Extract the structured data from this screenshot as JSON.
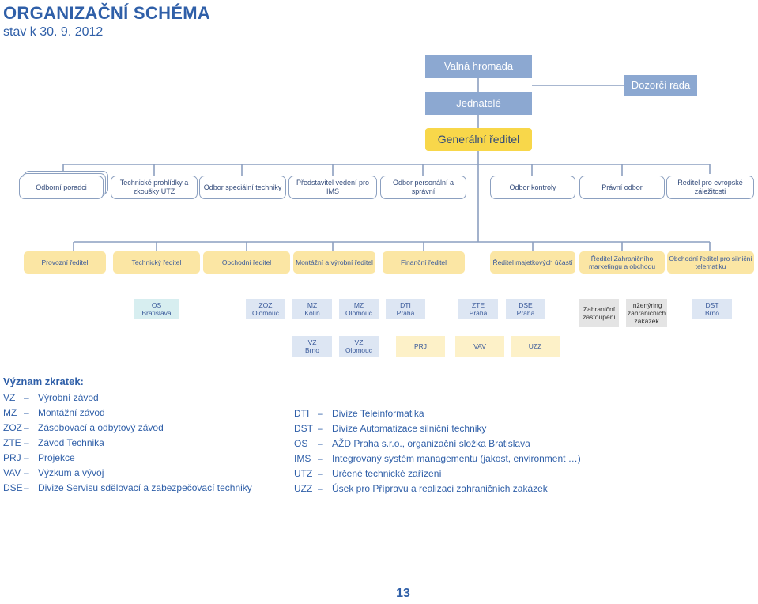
{
  "header": {
    "title": "ORGANIZAČNÍ SCHÉMA",
    "subtitle": "stav k 30. 9. 2012"
  },
  "top": {
    "valna_hromada": "Valná hromada",
    "jednatele": "Jednatelé",
    "dozorci_rada": "Dozorčí rada",
    "generalni_reditel": "Generální ředitel"
  },
  "staff": [
    "Odborní poradci",
    "Technické prohlídky a zkoušky UTZ",
    "Odbor speciální techniky",
    "Představitel vedení pro IMS",
    "Odbor personální a správní",
    "Odbor kontroly",
    "Právní odbor",
    "Ředitel pro evropské záležitosti"
  ],
  "directors": [
    "Provozní ředitel",
    "Technický ředitel",
    "Obchodní ředitel",
    "Montážní a výrobní ředitel",
    "Finanční ředitel",
    "Ředitel majetkových účastí",
    "Ředitel Zahraničního marketingu a obchodu",
    "Obchodní ředitel pro silniční telematiku"
  ],
  "units_row1": [
    "OS\nBratislava",
    "ZOZ\nOlomouc",
    "MZ\nKolín",
    "MZ\nOlomouc",
    "DTI\nPraha",
    "ZTE\nPraha",
    "DSE\nPraha",
    "Zahraniční zastoupení",
    "Inženýring zahraničních zakázek",
    "DST\nBrno"
  ],
  "units_row2": [
    "VZ\nBrno",
    "VZ\nOlomouc",
    "PRJ",
    "VAV",
    "UZZ"
  ],
  "legend": {
    "heading": "Význam zkratek:",
    "left": [
      {
        "abbr": "VZ",
        "text": "Výrobní závod"
      },
      {
        "abbr": "MZ",
        "text": "Montážní závod"
      },
      {
        "abbr": "ZOZ",
        "text": "Zásobovací a odbytový závod"
      },
      {
        "abbr": "ZTE",
        "text": "Závod Technika"
      },
      {
        "abbr": "PRJ",
        "text": "Projekce"
      },
      {
        "abbr": "VAV",
        "text": "Výzkum a vývoj"
      },
      {
        "abbr": "DSE",
        "text": "Divize Servisu sdělovací a zabezpečovací techniky"
      }
    ],
    "right": [
      {
        "abbr": "DTI",
        "text": "Divize Teleinformatika"
      },
      {
        "abbr": "DST",
        "text": "Divize Automatizace silniční techniky"
      },
      {
        "abbr": "OS",
        "text": "AŽD Praha s.r.o., organizační složka Bratislava"
      },
      {
        "abbr": "IMS",
        "text": "Integrovaný systém managementu (jakost, environment …)"
      },
      {
        "abbr": "UTZ",
        "text": "Určené technické zařízení"
      },
      {
        "abbr": "UZZ",
        "text": "Úsek pro Přípravu a realizaci zahraničních zakázek"
      }
    ],
    "dash": "–"
  },
  "page_number": "13",
  "colors": {
    "title": "#2f5fa8",
    "top_boxes": "#8ca8d1",
    "ceo": "#f8d74a",
    "director": "#fbe6a4",
    "unit_blue": "#dde6f3",
    "unit_teal": "#d7eef0",
    "unit_gray": "#e4e4e4",
    "unit_yellow": "#fbe6a4",
    "lines": "#8c9fc0"
  }
}
